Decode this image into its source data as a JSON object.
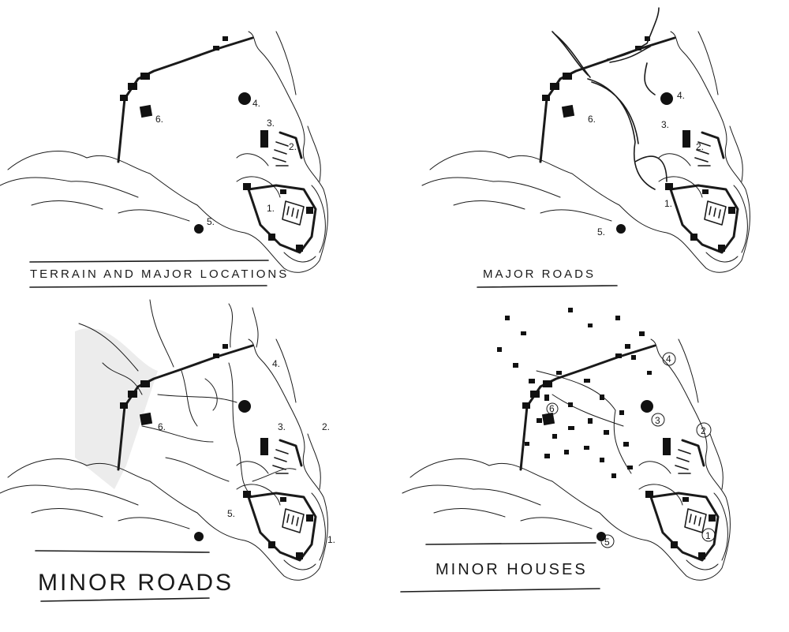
{
  "panels": [
    {
      "title": "Terrain And Major Locations",
      "markers": [
        "1.",
        "2.",
        "3.",
        "4.",
        "5.",
        "6."
      ]
    },
    {
      "title": "Major Roads",
      "markers": [
        "1.",
        "2.",
        "3.",
        "4.",
        "5.",
        "6."
      ]
    },
    {
      "title": "Minor Roads",
      "markers": [
        "1.",
        "2.",
        "3.",
        "4.",
        "5.",
        "6."
      ]
    },
    {
      "title": "Minor Houses",
      "markers": [
        "1",
        "2",
        "3",
        "4",
        "5",
        "6"
      ]
    }
  ]
}
